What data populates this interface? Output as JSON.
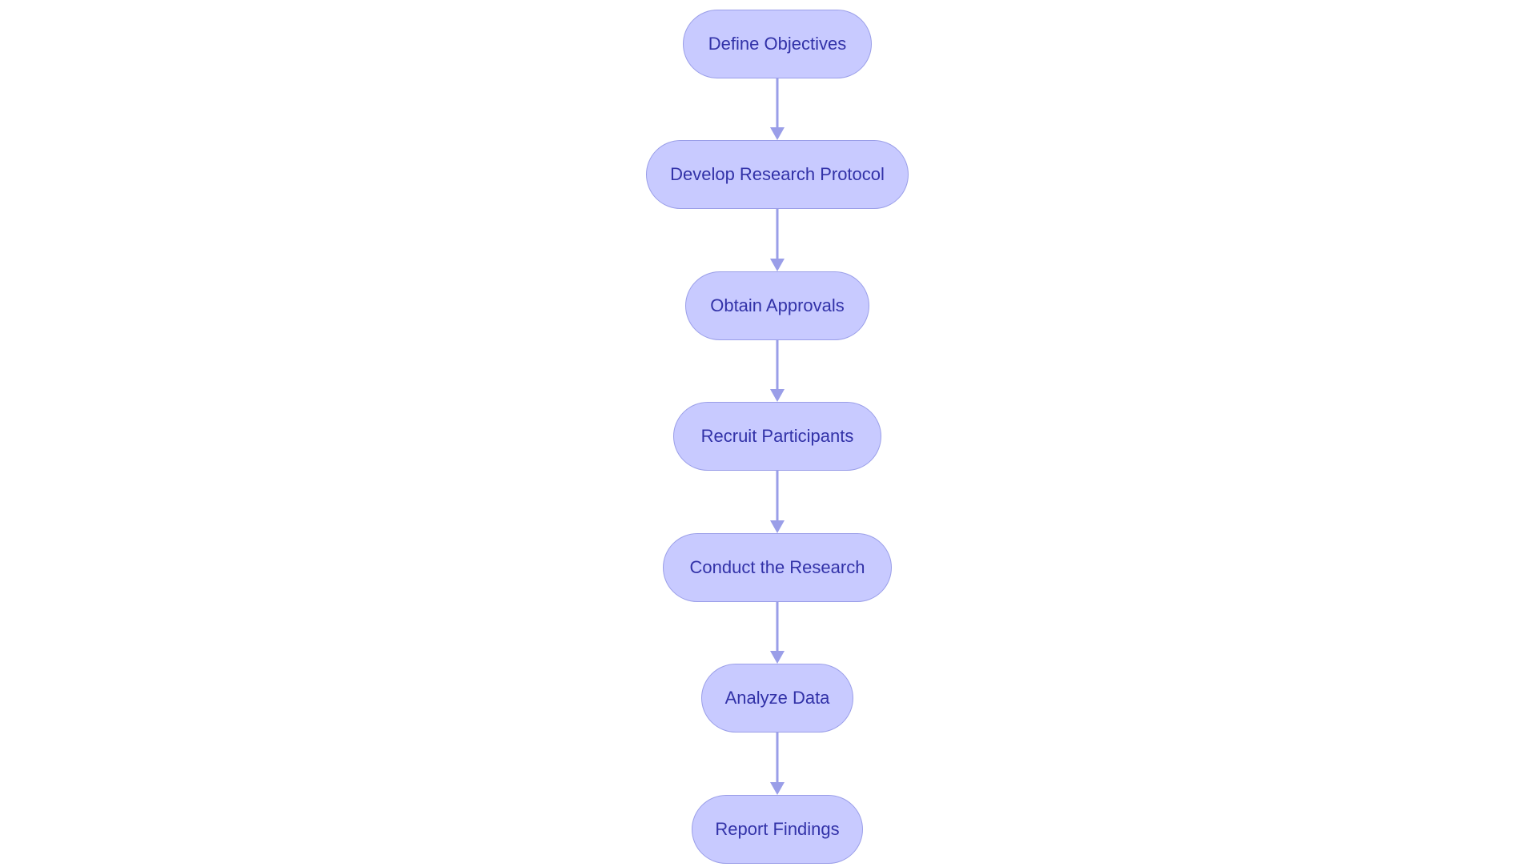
{
  "colors": {
    "node_fill": "#c8caff",
    "node_border": "#9a9ee8",
    "node_text": "#3232a8",
    "edge": "#9a9ee8",
    "background": "#ffffff"
  },
  "flowchart": {
    "steps": [
      {
        "label": "Define Objectives"
      },
      {
        "label": "Develop Research Protocol"
      },
      {
        "label": "Obtain Approvals"
      },
      {
        "label": "Recruit Participants"
      },
      {
        "label": "Conduct the Research"
      },
      {
        "label": "Analyze Data"
      },
      {
        "label": "Report Findings"
      }
    ],
    "edges": [
      {
        "from": 0,
        "to": 1
      },
      {
        "from": 1,
        "to": 2
      },
      {
        "from": 2,
        "to": 3
      },
      {
        "from": 3,
        "to": 4
      },
      {
        "from": 4,
        "to": 5
      },
      {
        "from": 5,
        "to": 6
      }
    ]
  }
}
